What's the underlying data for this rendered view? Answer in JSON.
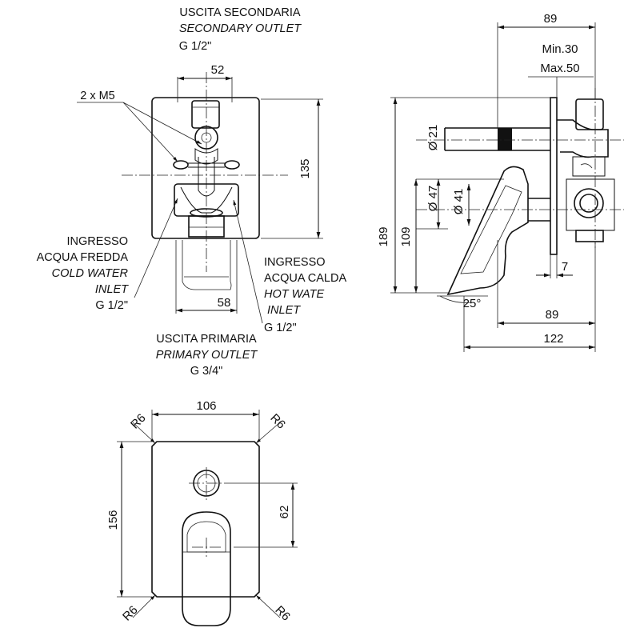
{
  "front_view": {
    "secondary_outlet": {
      "it_label": "USCITA SECONDARIA",
      "en_label": "SECONDARY OUTLET",
      "size": "G 1/2\""
    },
    "screws": "2 x M5",
    "cold_inlet": {
      "it_line1": "INGRESSO",
      "it_line2": "ACQUA FREDDA",
      "en_line1": "COLD WATER",
      "en_line2": "INLET",
      "size": "G 1/2\""
    },
    "hot_inlet": {
      "it_line1": "INGRESSO",
      "it_line2": "ACQUA CALDA",
      "en_line1": "HOT WATE",
      "en_line2": "INLET",
      "size": "G 1/2\""
    },
    "primary_outlet": {
      "it_label": "USCITA PRIMARIA",
      "en_label": "PRIMARY OUTLET",
      "size": "G 3/4\""
    },
    "dims": {
      "top_width": "52",
      "bottom_width": "58",
      "height": "135"
    }
  },
  "side_view": {
    "dims": {
      "top_depth": "89",
      "min": "Min.30",
      "max": "Max.50",
      "pipe_dia": "Ø 21",
      "dia_outer": "Ø 47",
      "dia_inner": "Ø 41",
      "overall_height": "189",
      "lower_height": "109",
      "plate": "7",
      "angle": "25°",
      "bottom_depth": "89",
      "total_depth": "122"
    }
  },
  "plate_view": {
    "dims": {
      "width": "106",
      "height": "156",
      "center": "62",
      "radius": "R6"
    }
  }
}
